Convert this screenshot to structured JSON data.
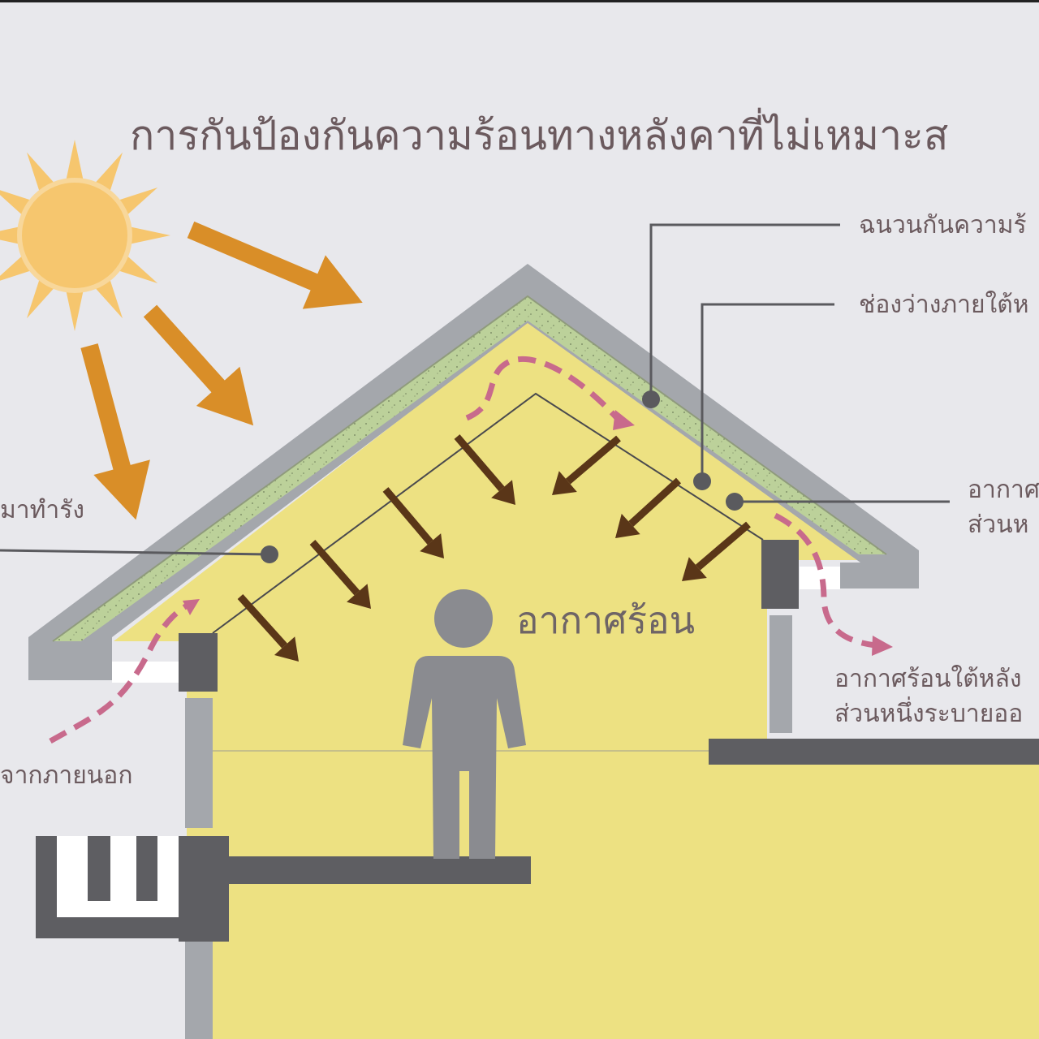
{
  "title": "การกันป้องกันความร้อนทางหลังคาที่ไม่เหมาะส",
  "labels": {
    "insulation": "ฉนวนกันความร้",
    "attic_space": "ช่องว่างภายใต้ห",
    "hot_air_right_line1": "อากาศ",
    "hot_air_right_line2": "ส่วนห",
    "left_intrude": "มาทำรัง",
    "left_outside": "จากภายนอก",
    "hot_air_center": "อากาศร้อน",
    "vent_out_line1": "อากาศร้อนใต้หลัง",
    "vent_out_line2": "ส่วนหนึ่งระบายออ"
  },
  "colors": {
    "background": "#e8e8ec",
    "wall_yellow": "#ede182",
    "roof_grey": "#a4a7ac",
    "insulation_green": "#bcd19a",
    "sun": "#f6c66e",
    "sun_arrow": "#d98e28",
    "heat_arrow": "#5a3618",
    "airflow_dash": "#c86a8c",
    "structure_dark": "#5e5e62",
    "person": "#8a8b90",
    "text": "#6b5a5e"
  },
  "icons": {
    "sun": "sun-icon",
    "person": "person-icon"
  }
}
